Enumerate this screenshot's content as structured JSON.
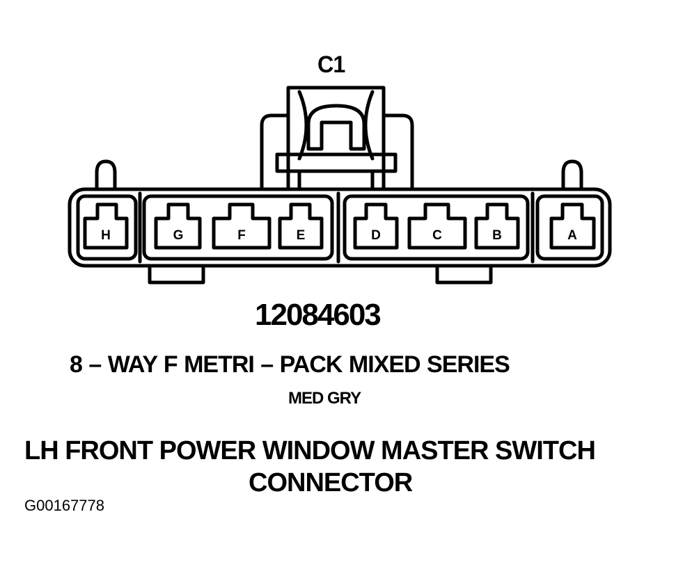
{
  "connector_label": "C1",
  "part_number": "12084603",
  "series_description": "8 – WAY F METRI – PACK MIXED SERIES",
  "color_code": "MED GRY",
  "title_line_1": "LH FRONT POWER WINDOW MASTER SWITCH",
  "title_line_2": "CONNECTOR",
  "figure_id": "G00167778",
  "pins": [
    "H",
    "G",
    "F",
    "E",
    "D",
    "C",
    "B",
    "A"
  ]
}
